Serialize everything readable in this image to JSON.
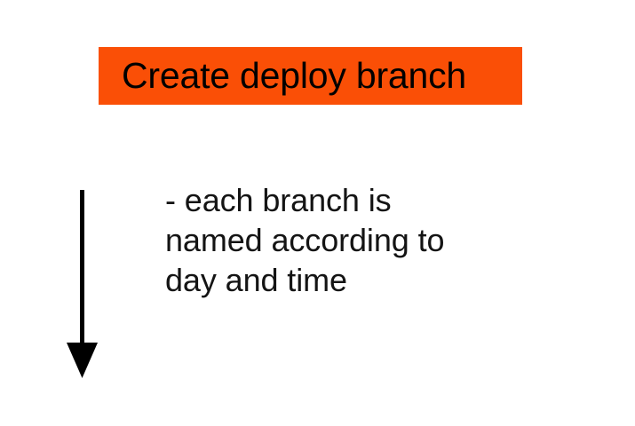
{
  "slide": {
    "background_color": "#ffffff",
    "title": {
      "text": "Create deploy branch",
      "banner_color": "#fa4f06",
      "text_color": "#000000"
    },
    "body": {
      "lines": [
        "- each branch is",
        "named according to",
        "day and time"
      ],
      "full_text": "- each branch is named according to day and time",
      "text_color": "#141414"
    },
    "arrow": {
      "icon": "down-arrow-icon",
      "direction": "down",
      "color": "#000000"
    }
  }
}
